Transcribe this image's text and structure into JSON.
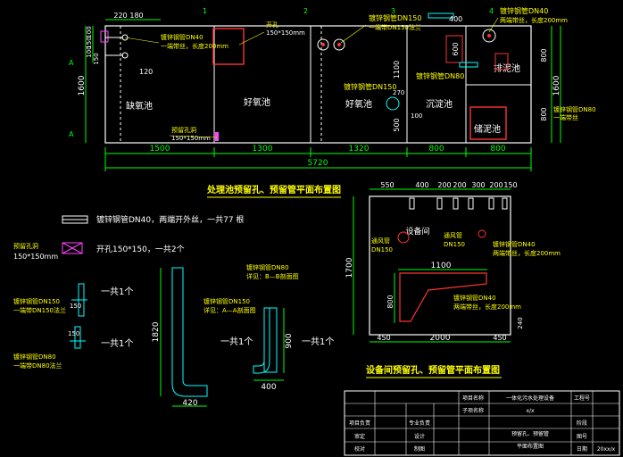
{
  "plan": {
    "title": "处理池预留孔、预留管平面布置图",
    "rooms": [
      "缺氧池",
      "好氧池",
      "好氧池",
      "沉淀池",
      "排泥池",
      "储泥池"
    ],
    "dims_bottom": [
      "1500",
      "1300",
      "1320",
      "800",
      "800"
    ],
    "dim_total": "5720",
    "dims_top": [
      "220",
      "180"
    ],
    "dims_left": [
      "100",
      "150",
      "100",
      "150",
      "1600"
    ],
    "dim_120": "120",
    "dims_inner": [
      "1100",
      "500",
      "270",
      "100",
      "600",
      "800",
      "800"
    ],
    "dims_right": [
      "1600",
      "800",
      "800"
    ],
    "labels": {
      "dn40_left": "镀锌钢管DN40",
      "dn40_left_note": "一端带丝，长度200mm",
      "hole_top": "开孔",
      "hole_top_size": "150*150mm",
      "hole_bottom": "预留孔洞",
      "hole_bottom_size": "150*150mm",
      "dn150_a": "镀锌钢管DN150",
      "dn150_a_note": "一端带DN150法兰",
      "dn80": "镀锌钢管DN80",
      "dn150_b": "镀锌钢管DN150",
      "dn40_right": "镀锌钢管DN40",
      "dn40_right_note": "两端带丝，长度200mm",
      "dn80_right": "镀锌钢管DN80",
      "dn80_right_note": "一端带丝"
    },
    "dims_top_right": [
      "400"
    ],
    "section_marks": [
      "1",
      "2",
      "3",
      "4",
      "A",
      "A"
    ]
  },
  "legend": {
    "pipe_note": "镀锌钢管DN40，两端开外丝，一共77 根",
    "hole_label": "预留孔洞",
    "hole_size": "150*150mm",
    "hole_note": "开孔150*150，一共2个"
  },
  "details": {
    "a_label": "镀锌钢管DN150",
    "a_note": "一端带DN150法兰",
    "a_dim": "150",
    "a_count": "一共1个",
    "b_label": "镀锌钢管DN80",
    "b_note": "一端带DN80法兰",
    "b_dim": "150",
    "b_count": "一共1个",
    "c_label": "镀锌钢管DN150",
    "c_sub": "详见：A—A剖面图",
    "c_dim_v": "1820",
    "c_dim_h": "420",
    "c_count": "一共1个",
    "d_label": "镀锌钢管DN80",
    "d_sub": "详见：B—B剖面图",
    "d_dim_v": "900",
    "d_dim_h": "400",
    "d_count": "一共1个"
  },
  "equip": {
    "title": "设备间预留孔、预留管平面布置图",
    "room": "设备间",
    "dims_top": [
      "550",
      "400",
      "200",
      "200",
      "300",
      "200",
      "150"
    ],
    "dim_left": "1700",
    "dim_1100": "1100",
    "dim_800": "800",
    "dims_bottom": [
      "450",
      "2000",
      "450"
    ],
    "dim_right": "240",
    "label_dn150": "DN150",
    "label_dn150b": "DN150",
    "label_dn40": "镀锌钢管DN40",
    "label_dn40_note": "两端带丝，长度200mm",
    "label_dn40b": "镀锌钢管DN40",
    "label_dn40b_note": "两端带丝，长度200mm",
    "label_left": "通风管",
    "label_mid": "通风管"
  },
  "titleblock": {
    "rows": [
      [
        "项目名称",
        "",
        "一体化污水处理设备",
        "工程号",
        ""
      ],
      [
        "子项名称",
        "",
        "",
        "",
        ""
      ],
      [
        "项目负责",
        "专业负责",
        "",
        "",
        "阶段"
      ],
      [
        "审定",
        "设计",
        "",
        "图号",
        ""
      ],
      [
        "校对",
        "制图",
        "",
        "",
        "日期"
      ]
    ],
    "drawing_name_1": "预留孔、预留管",
    "drawing_name_2": "平面布置图",
    "num1": "20xx/x",
    "num2": "x/x"
  },
  "colors": {
    "wall": "#ffffff",
    "dim": "#00ff00",
    "hole": "#ff3333",
    "pipe": "#00ffff",
    "text": "#ffffff",
    "label": "#ffff00",
    "magenta": "#ff44ff"
  }
}
